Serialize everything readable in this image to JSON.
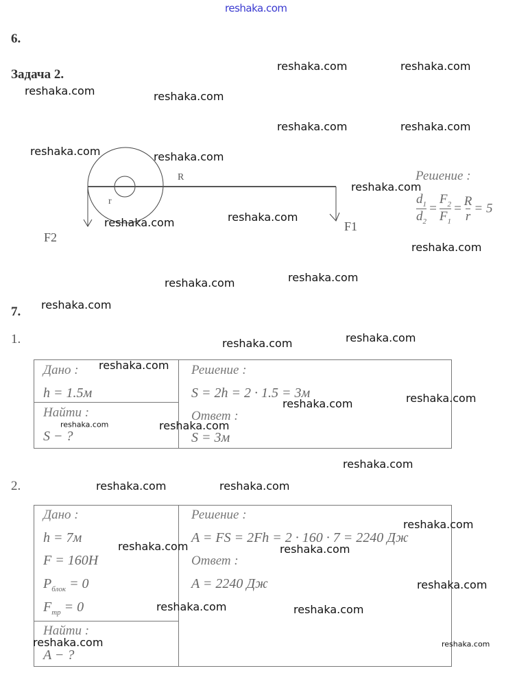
{
  "watermark": "reshaka.com",
  "header_watermark": "reshaka.com",
  "section6": {
    "number": "6.",
    "task_title": "Задача 2.",
    "diagram": {
      "label_R": "R",
      "label_r": "r",
      "label_F1": "F1",
      "label_F2": "F2"
    },
    "solution": {
      "heading": "Решение :",
      "d1": "d",
      "d1_sub": "1",
      "d2": "d",
      "d2_sub": "2",
      "F2": "F",
      "F2_sub": "2",
      "F1": "F",
      "F1_sub": "1",
      "R": "R",
      "r": "r",
      "result": "= 5"
    }
  },
  "section7": {
    "number": "7.",
    "problem1": {
      "number": "1.",
      "given_heading": "Дано :",
      "given": [
        "h = 1.5м"
      ],
      "find_heading": "Найти :",
      "find": "S − ?",
      "solution_heading": "Решение :",
      "solution": "S = 2h = 2 · 1.5 = 3м",
      "answer_heading": "Ответ :",
      "answer": "S = 3м"
    },
    "problem2": {
      "number": "2.",
      "given_heading": "Дано :",
      "given_h": "h = 7м",
      "given_F": "F = 160H",
      "given_P": "P",
      "given_P_sub": "блок",
      "given_P_val": " = 0",
      "given_Ftr": "F",
      "given_Ftr_sub": "тр",
      "given_Ftr_val": " = 0",
      "find_heading": "Найти :",
      "find": "A − ?",
      "solution_heading": "Решение :",
      "solution": "A = FS = 2Fh = 2 · 160 · 7 = 2240 Дж",
      "answer_heading": "Ответ :",
      "answer": "A = 2240 Дж"
    }
  }
}
